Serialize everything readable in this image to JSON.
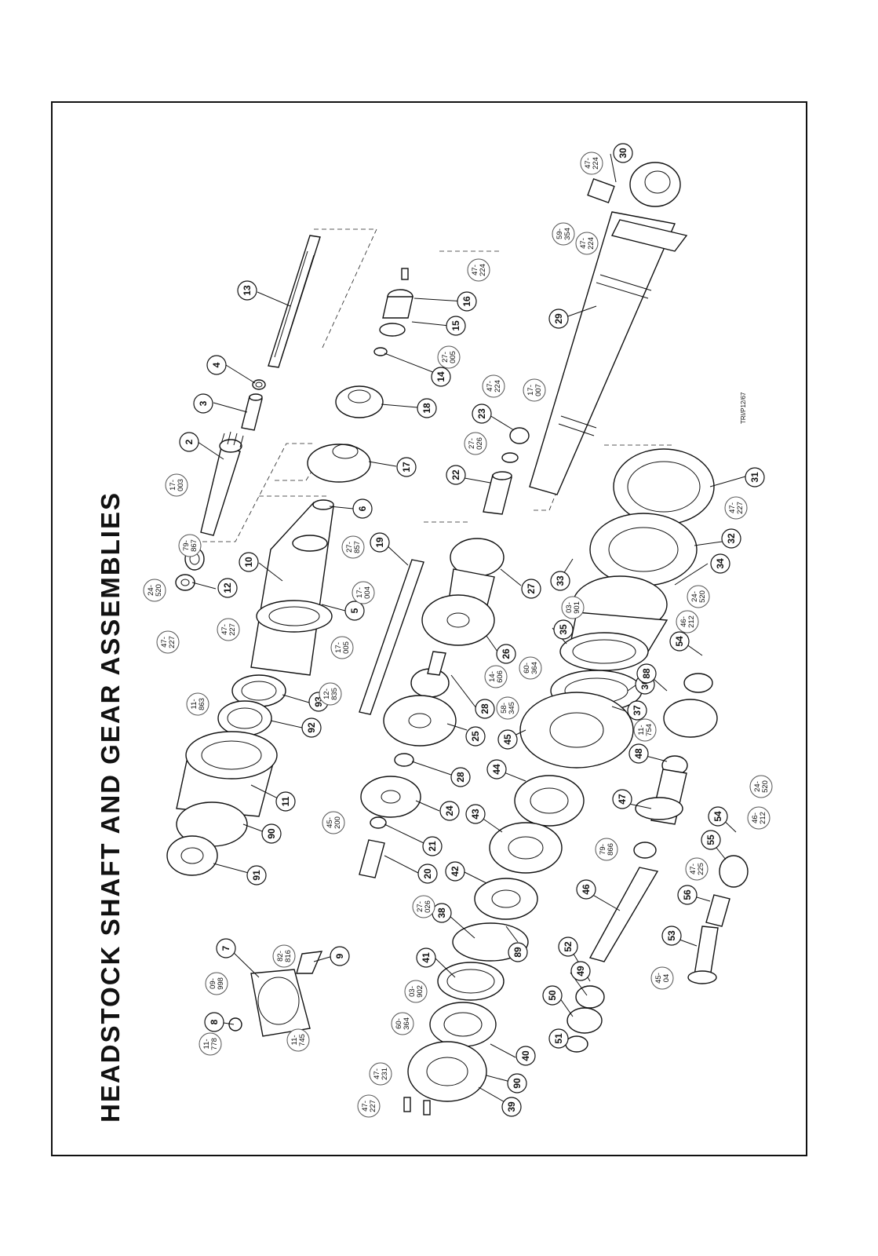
{
  "title": "HEADSTOCK SHAFT AND GEAR ASSEMBLIES",
  "reference": "TRI/P12/67",
  "callouts": [
    {
      "id": "c1",
      "text": "2"
    },
    {
      "id": "c2",
      "text": "3"
    },
    {
      "id": "c3",
      "text": "4"
    },
    {
      "id": "c4",
      "text": "5"
    },
    {
      "id": "c5",
      "text": "6"
    },
    {
      "id": "c6",
      "text": "7"
    },
    {
      "id": "c7",
      "text": "8"
    },
    {
      "id": "c8",
      "text": "9"
    },
    {
      "id": "c9",
      "text": "10"
    },
    {
      "id": "c10",
      "text": "11"
    },
    {
      "id": "c11",
      "text": "12"
    },
    {
      "id": "c12",
      "text": "13"
    },
    {
      "id": "c13",
      "text": "14"
    },
    {
      "id": "c14",
      "text": "15"
    },
    {
      "id": "c15",
      "text": "16"
    },
    {
      "id": "c16",
      "text": "17"
    },
    {
      "id": "c17",
      "text": "18"
    },
    {
      "id": "c18",
      "text": "19"
    },
    {
      "id": "c19",
      "text": "20"
    },
    {
      "id": "c20",
      "text": "21"
    },
    {
      "id": "c21",
      "text": "22"
    },
    {
      "id": "c22",
      "text": "23"
    },
    {
      "id": "c23",
      "text": "24"
    },
    {
      "id": "c24",
      "text": "25"
    },
    {
      "id": "c25",
      "text": "26"
    },
    {
      "id": "c26",
      "text": "27"
    },
    {
      "id": "c27",
      "text": "28"
    },
    {
      "id": "c28",
      "text": "28"
    },
    {
      "id": "c29",
      "text": "29"
    },
    {
      "id": "c30",
      "text": "30"
    },
    {
      "id": "c31",
      "text": "31"
    },
    {
      "id": "c32",
      "text": "32"
    },
    {
      "id": "c33",
      "text": "33"
    },
    {
      "id": "c34",
      "text": "34"
    },
    {
      "id": "c35",
      "text": "35"
    },
    {
      "id": "c36",
      "text": "36"
    },
    {
      "id": "c37",
      "text": "37"
    },
    {
      "id": "c38",
      "text": "38"
    },
    {
      "id": "c39",
      "text": "39"
    },
    {
      "id": "c40",
      "text": "40"
    },
    {
      "id": "c41",
      "text": "41"
    },
    {
      "id": "c42",
      "text": "42"
    },
    {
      "id": "c43",
      "text": "43"
    },
    {
      "id": "c44",
      "text": "44"
    },
    {
      "id": "c45",
      "text": "45"
    },
    {
      "id": "c46",
      "text": "46"
    },
    {
      "id": "c47",
      "text": "47"
    },
    {
      "id": "c48",
      "text": "48"
    },
    {
      "id": "c49",
      "text": "49"
    },
    {
      "id": "c50",
      "text": "50"
    },
    {
      "id": "c51",
      "text": "51"
    },
    {
      "id": "c52",
      "text": "52"
    },
    {
      "id": "c53",
      "text": "53"
    },
    {
      "id": "c54",
      "text": "54"
    },
    {
      "id": "c55",
      "text": "54"
    },
    {
      "id": "c56",
      "text": "55"
    },
    {
      "id": "c57",
      "text": "56"
    },
    {
      "id": "c58",
      "text": "88"
    },
    {
      "id": "c59",
      "text": "89"
    },
    {
      "id": "c60",
      "text": "90"
    },
    {
      "id": "c61",
      "text": "90"
    },
    {
      "id": "c62",
      "text": "91"
    },
    {
      "id": "c63",
      "text": "92"
    },
    {
      "id": "c64",
      "text": "93"
    }
  ],
  "part_numbers": [
    {
      "id": "p1",
      "text": "17-003"
    },
    {
      "id": "p2",
      "text": "79-867"
    },
    {
      "id": "p3",
      "text": "24-520"
    },
    {
      "id": "p4",
      "text": "47-227"
    },
    {
      "id": "p5",
      "text": "47-227"
    },
    {
      "id": "p6",
      "text": "11-863"
    },
    {
      "id": "p7",
      "text": "27-857"
    },
    {
      "id": "p8",
      "text": "17-004"
    },
    {
      "id": "p9",
      "text": "17-005"
    },
    {
      "id": "p10",
      "text": "12-835"
    },
    {
      "id": "p11",
      "text": "47-224"
    },
    {
      "id": "p12",
      "text": "27-005"
    },
    {
      "id": "p13",
      "text": "47-224"
    },
    {
      "id": "p14",
      "text": "17-007"
    },
    {
      "id": "p15",
      "text": "27-026"
    },
    {
      "id": "p16",
      "text": "47-224"
    },
    {
      "id": "p17",
      "text": "59-354"
    },
    {
      "id": "p18",
      "text": "47-224"
    },
    {
      "id": "p19",
      "text": "47-227"
    },
    {
      "id": "p20",
      "text": "03-901"
    },
    {
      "id": "p21",
      "text": "24-520"
    },
    {
      "id": "p22",
      "text": "46-212"
    },
    {
      "id": "p23",
      "text": "14-606"
    },
    {
      "id": "p24",
      "text": "60-364"
    },
    {
      "id": "p25",
      "text": "58-345"
    },
    {
      "id": "p26",
      "text": "11-754"
    },
    {
      "id": "p27",
      "text": "45-200"
    },
    {
      "id": "p28",
      "text": "27-026"
    },
    {
      "id": "p29",
      "text": "79-866"
    },
    {
      "id": "p30",
      "text": "47-225"
    },
    {
      "id": "p31",
      "text": "46-212"
    },
    {
      "id": "p32",
      "text": "24-520"
    },
    {
      "id": "p33",
      "text": "45-04"
    },
    {
      "id": "p34",
      "text": "09-998"
    },
    {
      "id": "p35",
      "text": "82-816"
    },
    {
      "id": "p36",
      "text": "11-778"
    },
    {
      "id": "p37",
      "text": "11-745"
    },
    {
      "id": "p38",
      "text": "03-902"
    },
    {
      "id": "p39",
      "text": "60-364"
    },
    {
      "id": "p40",
      "text": "47-231"
    },
    {
      "id": "p41",
      "text": "47-227"
    }
  ]
}
